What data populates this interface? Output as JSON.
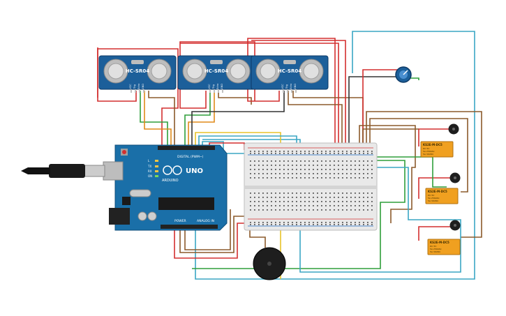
{
  "sensors": [
    {
      "label": "HC-SR04",
      "pins": [
        "VCC",
        "Trig",
        "Echo",
        "GND"
      ]
    },
    {
      "label": "HC-SR04",
      "pins": [
        "VCC",
        "Trig",
        "Echo",
        "GND"
      ]
    },
    {
      "label": "HC-SR04",
      "pins": [
        "VCC",
        "Trig",
        "Echo",
        "GND"
      ]
    }
  ],
  "arduino": {
    "model": "UNO",
    "brand": "ARDUINO",
    "digital_label": "DIGITAL (PWM~)",
    "power_label": "POWER",
    "analog_label": "ANALOG IN",
    "tx_label": "TX",
    "rx_label": "RX",
    "l_label": "L",
    "on_label": "ON"
  },
  "relays": [
    {
      "model": "KS2E-M-DC5",
      "specs": [
        "DC 5V",
        "5A 250VAC",
        "5A 30VDC"
      ]
    },
    {
      "model": "KS2E-M-DC5",
      "specs": [
        "DC 5V",
        "5A 250VAC",
        "5A 30VDC"
      ]
    },
    {
      "model": "KS2E-M-DC5",
      "specs": [
        "DC 5V",
        "5A 250VAC",
        "5A 30VDC"
      ]
    }
  ],
  "colors": {
    "board": "#1a6fa8",
    "sensor_board": "#1c5f9a",
    "relay": "#f0a020",
    "wire_red": "#d32f2f",
    "wire_brown": "#8b5a2b",
    "wire_green": "#2e9e3a",
    "wire_orange": "#e08a1a",
    "wire_cyan": "#3aa6c4",
    "wire_black": "#333333",
    "wire_yellow": "#e8c32a"
  },
  "icons": [
    "usb-cable-icon",
    "potentiometer-icon",
    "buzzer-icon",
    "motor-icon"
  ]
}
